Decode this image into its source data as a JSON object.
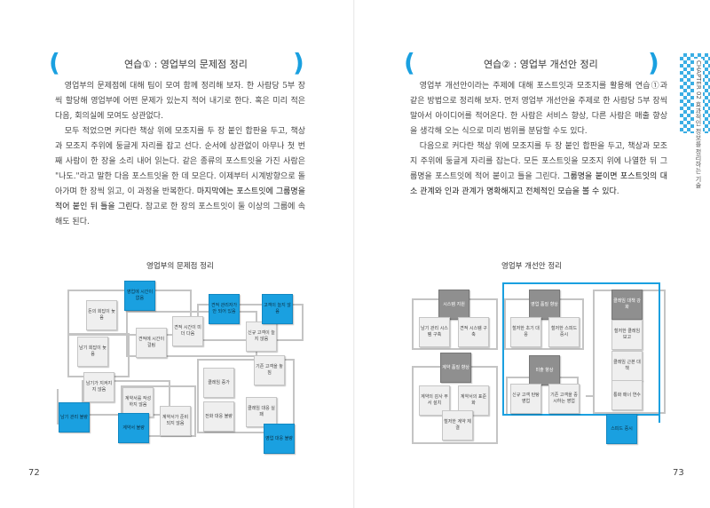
{
  "left": {
    "exercise_title": "연습① : 영업부의 문제점 정리",
    "paragraphs": [
      [
        "영업부의 문제점에 대해 팀이 모여 함께 정리해 보자. 한 사람당 5부 장씩 할당해 영업부에 어떤 문제가 있는지 적어 내기로 한다. 혹은 미리 적은 다음, 회의실에 모여도 상관없다."
      ],
      [
        "모두 적었으면 커다란 책상 위에 모조지를 두 장 붙인 합판을 두고, 책상과 모조지 주위에 둥글게 자리를 잡고 선다. 순서에 상관없이 아무나 첫 번째 사람이 한 장을 소리 내어 읽는다. 같은 종류의 포스트잇을 가진 사람은 \"나도.\"라고 말한 다음 포스트잇을 한 데 모은다. 이제부터 시계방향으로 돌아가며 한 장씩 읽고, 이 과정을 반복한다. ",
        "마지막에는 포스트잇에 그룹명을 적어 붙인 뒤 틀을 그린다",
        ". 참고로 한 장의 포스트잇이 둘 이상의 그룹에 속해도 된다."
      ]
    ],
    "chart_title": "영업부의 문제점 정리",
    "page_number": "72",
    "notes": [
      "영업에 시간이 없음",
      "돈의 회답이 늦음",
      "남기 회답이 늦음",
      "견적에 시간이 걸림",
      "견적 시간이 미더 다음",
      "견적 관리자가 안 되어 있음",
      "신규 고객이 늘지 않음",
      "고객이 늘지 않음",
      "기존 고객을 놓침",
      "클레임 증가",
      "클레임 대응 실패",
      "남기가 지켜지지 않음",
      "계약서를 작성하지 않음",
      "계약서가 준비 되지 않음",
      "전화 대응 불량",
      "남기 관리 불량",
      "계약서 불량",
      "영업 대응 불량"
    ]
  },
  "right": {
    "exercise_title": "연습② : 영업부 개선안 정리",
    "paragraphs": [
      [
        "영업부 개선안이라는 주제에 대해 포스트잇과 모조지를 활용해 연습①과 같은 방법으로 정리해 보자. 먼저 영업부 개선안을 주제로 한 사람당 5부 장씩 말아서 아이디어를 적어온다. 한 사람은 서비스 향상, 다른 사람은 매출 향상을 생각해 오는 식으로 미리 범위를 분담할 수도 있다."
      ],
      [
        "다음으로 커다란 책상 위에 모조지를 두 장 붙인 합판을 두고, 책상과 모조지 주위에 둥글게 자리를 잡는다. 모든 포스트잇을 모조지 위에 나열한 뒤 그룹명을 포스트잇에 적어 붙이고 틀을 그린다. ",
        "그룹명을 붙이면 포스트잇의 대소 관계와 인과 관계가 명확해지고 전체적인 모습을 볼 수 있다",
        "."
      ]
    ],
    "chart_title": "영업부 개선안 정리",
    "page_number": "73",
    "notes": [
      "시스템 지원",
      "남기 관리 시스템 구축",
      "견적 시스템 구축",
      "영업 품질 향상",
      "철저한 초기 대응",
      "철저한 스피드 중시",
      "클레임 대책 강화",
      "철저한 클레임 보고",
      "클레임 근본 대책",
      "통화 매너 연수",
      "계약 품질 향상",
      "계약의 감사 부서 설치",
      "계약서의 표준화",
      "철저한 계약 체결",
      "미출 향상",
      "신규 고객 탄탕 영업",
      "기존 고객을 중시하는 영업",
      "스피드 중시"
    ]
  },
  "side_label": "CHAPTER 02 효과적인 정보를 정리하는 기술",
  "colors": {
    "accent": "#1aa0e0",
    "note_gray": "#efefef",
    "note_dark": "#8f8f8f"
  }
}
